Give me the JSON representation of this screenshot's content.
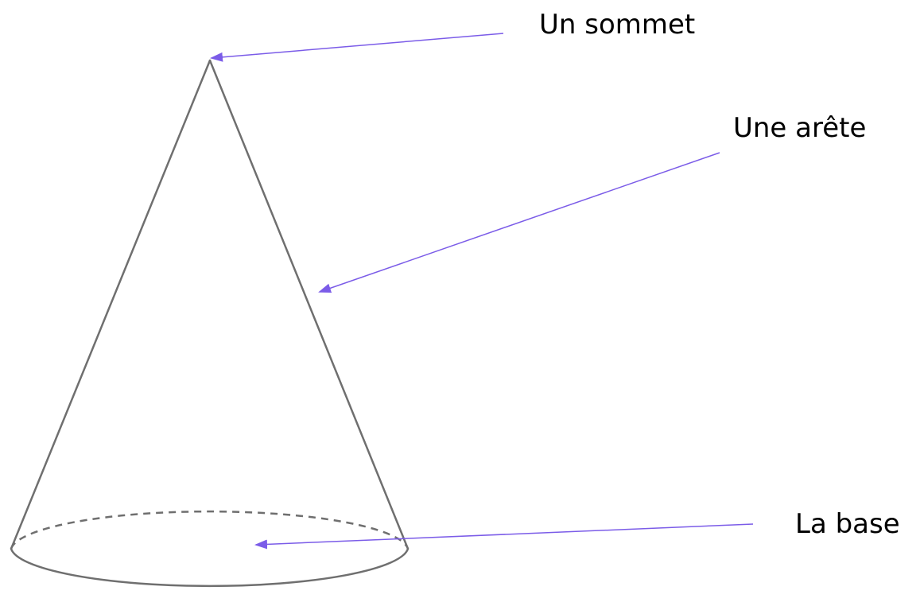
{
  "labels": {
    "apex": "Un sommet",
    "edge": "Une arête",
    "base": "La base"
  },
  "colors": {
    "outline": "#6f6f6f",
    "pointer": "#7b5ce8",
    "text": "#000000",
    "background": "#ffffff"
  }
}
